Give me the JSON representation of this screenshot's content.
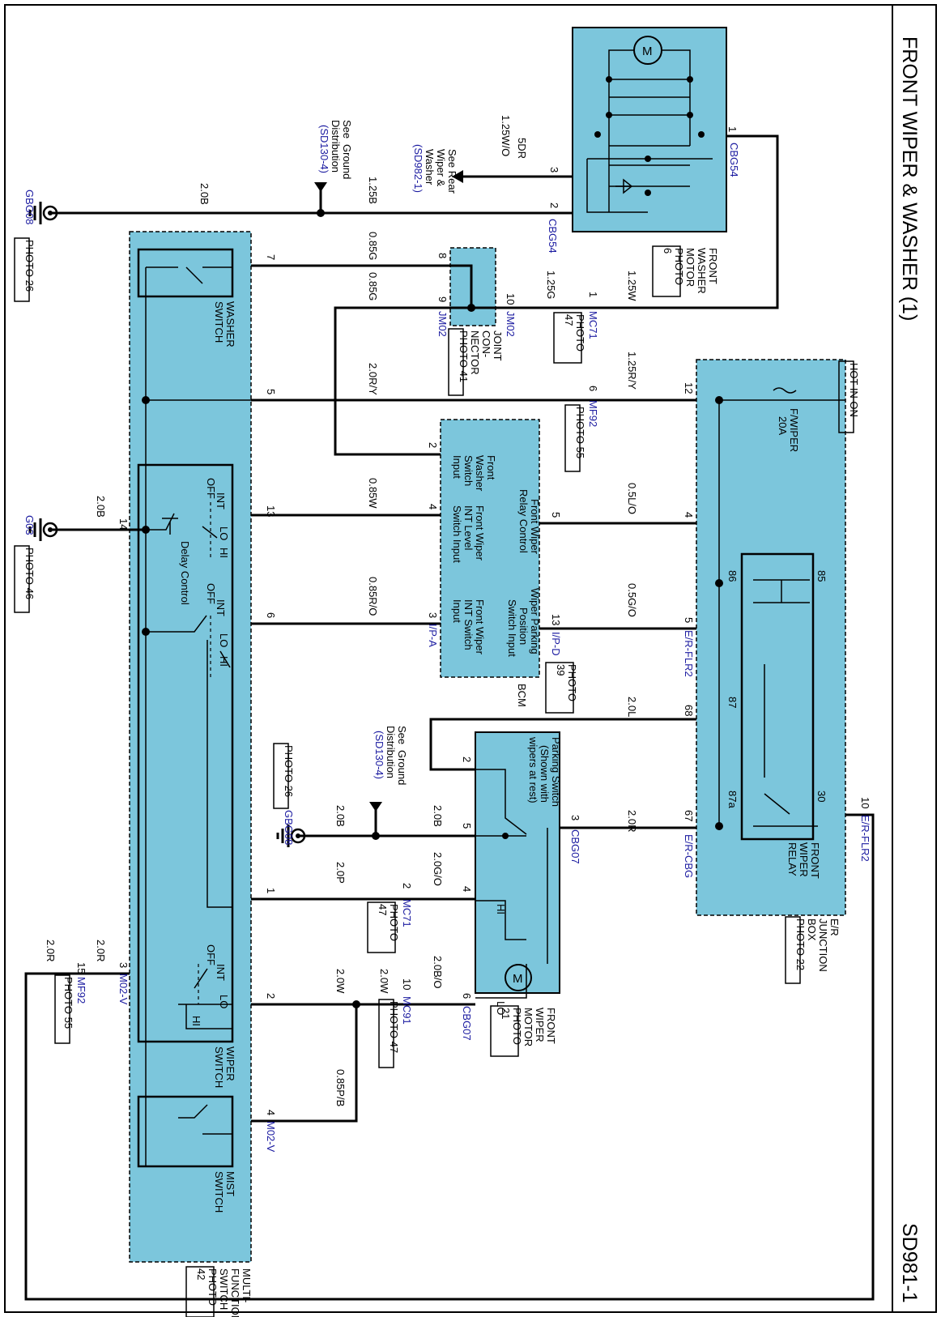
{
  "page": {
    "title": "FRONT WIPER & WASHER (1)",
    "code": "SD981-1"
  },
  "components": {
    "washer_motor": {
      "l1": "FRONT",
      "l2": "WASHER",
      "l3": "MOTOR",
      "photo_a": "PHOTO",
      "photo_b": "6",
      "motor_symbol": "M"
    },
    "joint_connector": {
      "l1": "JOINT",
      "l2": "CON-",
      "l3": "NECTOR",
      "photo": "PHOTO 41"
    },
    "bcm": {
      "name": "BCM",
      "photo_a": "PHOTO",
      "photo_b": "39",
      "in1": [
        "Front",
        "Washer",
        "Switch",
        "Input"
      ],
      "in2": [
        "Front Wiper",
        "INT Level",
        "Switch Input"
      ],
      "in3": [
        "Front Wiper",
        "Relay Control"
      ],
      "in4": [
        "Front Wiper",
        "INT Switch",
        "Input"
      ],
      "in5": [
        "Wiper Parking",
        "Position",
        "Switch Input"
      ]
    },
    "junction_box": {
      "l1": "E/R",
      "l2": "JUNCTION",
      "l3": "BOX",
      "photo": "PHOTO 22",
      "hot": "HOT IN ON",
      "fuse_name": "F/WIPER",
      "fuse_amp": "20A"
    },
    "relay": {
      "l1": "FRONT",
      "l2": "WIPER",
      "l3": "RELAY",
      "p85": "85",
      "p86": "86",
      "p87": "87",
      "p87a": "87a",
      "p30": "30"
    },
    "wiper_motor": {
      "l1": "FRONT",
      "l2": "WIPER",
      "l3": "MOTOR",
      "photo_a": "PHOTO",
      "photo_b": "21",
      "park": [
        "Parking Switch",
        "(Shown with",
        "wipers at rest)"
      ],
      "hi": "HI",
      "lo": "LO",
      "motor_symbol": "M"
    },
    "multifunction": {
      "l1": "MULTI-",
      "l2": "FUNCTION",
      "l3": "SWITCH",
      "photo_a": "PHOTO",
      "photo_b": "42"
    },
    "washer_switch": {
      "l1": "WASHER",
      "l2": "SWITCH"
    },
    "wiper_switch": {
      "l1": "WIPER",
      "l2": "SWITCH",
      "int": "INT",
      "off": "OFF",
      "lo": "LO",
      "hi": "HI",
      "delay": "Delay Control"
    },
    "mist_switch": {
      "l1": "MIST",
      "l2": "SWITCH"
    }
  },
  "connectors": {
    "cbg54": "CBG54",
    "jm02": "JM02",
    "mc71": "MC71",
    "mf92": "MF92",
    "ip_a": "I/P-A",
    "ip_d": "I/P-D",
    "er_flr2": "E/R-FLR2",
    "er_cbg": "E/R-CBG",
    "cbg07": "CBG07",
    "mc91": "MC91",
    "m02v": "M02-V",
    "gbg08": "GBG08",
    "g03": "G03"
  },
  "photos": {
    "p26": "PHOTO 26",
    "p46": "PHOTO 46",
    "p47a": "PHOTO",
    "p47b": "47",
    "p55": "PHOTO 55",
    "p47": "PHOTO 47"
  },
  "wires": {
    "w125wo": "1.25W/O",
    "w125b": "1.25B",
    "w20b": "2.0B",
    "w085g": "0.85G",
    "w125g": "1.25G",
    "w125w": "1.25W",
    "w20ry": "2.0R/Y",
    "w125ry": "1.25R/Y",
    "w085w": "0.85W",
    "w05lo": "0.5L/O",
    "w085ro": "0.85R/O",
    "w05go": "0.5G/O",
    "w20l": "2.0L",
    "w20r": "2.0R",
    "w20p": "2.0P",
    "w20go": "2.0G/O",
    "w20w": "2.0W",
    "w20bo": "2.0B/O",
    "w085pb": "0.85P/B",
    "tag5dr": "5DR"
  },
  "refs": {
    "ground_a": "See",
    "ground_b": "Ground",
    "ground_c": "Distribution",
    "ground_d": "(SD130-4)",
    "rear_a": "See Rear",
    "rear_b": "Wiper &",
    "rear_c": "Washer",
    "rear_d": "(SD982-1)"
  },
  "pins": {
    "p1": "1",
    "p2": "2",
    "p3": "3",
    "p4": "4",
    "p5": "5",
    "p6": "6",
    "p7": "7",
    "p8": "8",
    "p9": "9",
    "p10": "10",
    "p12": "12",
    "p13": "13",
    "p14": "14",
    "p15": "15",
    "p67": "67",
    "p68": "68"
  }
}
